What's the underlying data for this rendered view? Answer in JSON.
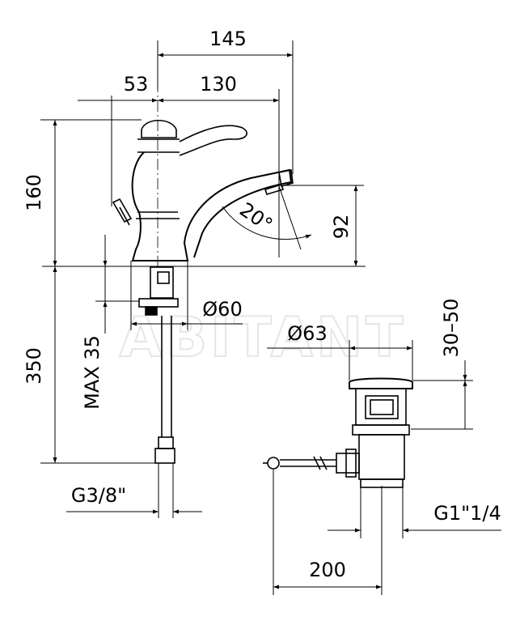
{
  "watermark": "ABITANT",
  "faucet": {
    "dims": {
      "total_reach": "145",
      "spout_reach": "130",
      "handle_offset": "53",
      "height_above_deck": "160",
      "spout_angle": "20°",
      "spout_height": "92",
      "shank_length": "350",
      "max_deck": "MAX 35",
      "base_diameter": "Ø60",
      "connection": "G3/8\""
    }
  },
  "waste": {
    "dims": {
      "cap_diameter": "Ø63",
      "lift": "30–50",
      "thread": "G1\"1/4",
      "rod_length": "200"
    }
  }
}
